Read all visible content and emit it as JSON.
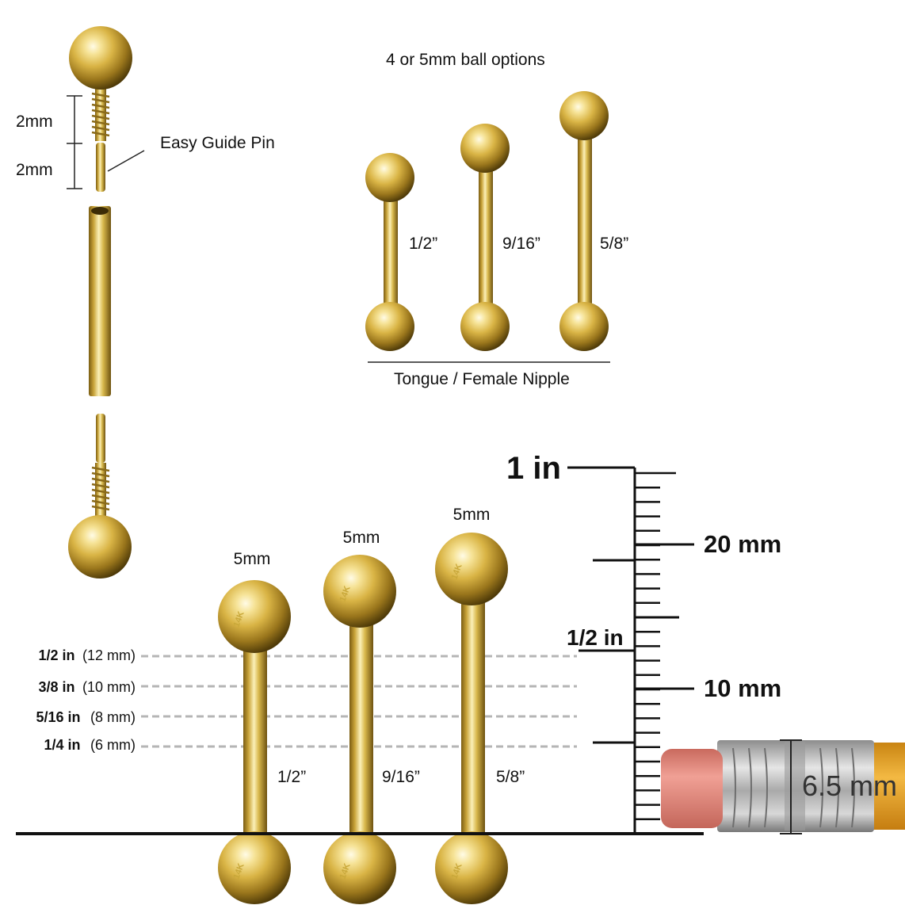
{
  "pin_detail": {
    "top_dim": "2mm",
    "bottom_dim": "2mm",
    "callout": "Easy Guide Pin"
  },
  "top_set": {
    "caption_top": "4 or 5mm ball options",
    "lengths": [
      "1/2”",
      "9/16”",
      "5/8”"
    ],
    "caption_bottom": "Tongue / Female Nipple"
  },
  "bottom_set": {
    "ball_sizes": [
      "5mm",
      "5mm",
      "5mm"
    ],
    "lengths": [
      "1/2”",
      "9/16”",
      "5/8”"
    ],
    "stamp": "14K"
  },
  "reference_lines": [
    {
      "inch": "1/2 in",
      "mm": "(12 mm)"
    },
    {
      "inch": "3/8 in",
      "mm": "(10 mm)"
    },
    {
      "inch": "5/16 in",
      "mm": "(8 mm)"
    },
    {
      "inch": "1/4 in",
      "mm": "(6 mm)"
    }
  ],
  "ruler": {
    "inch_label": "1 in",
    "half_inch_label": "1/2 in",
    "mm20_label": "20 mm",
    "mm10_label": "10 mm"
  },
  "pencil": {
    "label": "6.5 mm"
  },
  "colors": {
    "gold_light": "#fbf0b8",
    "gold_mid": "#d9b445",
    "gold_dark": "#6e5210",
    "eraser": "#e68a7d",
    "pencil_body": "#e9a425",
    "ferrule": "#b9b9b9",
    "dash": "#b5b5b5"
  }
}
